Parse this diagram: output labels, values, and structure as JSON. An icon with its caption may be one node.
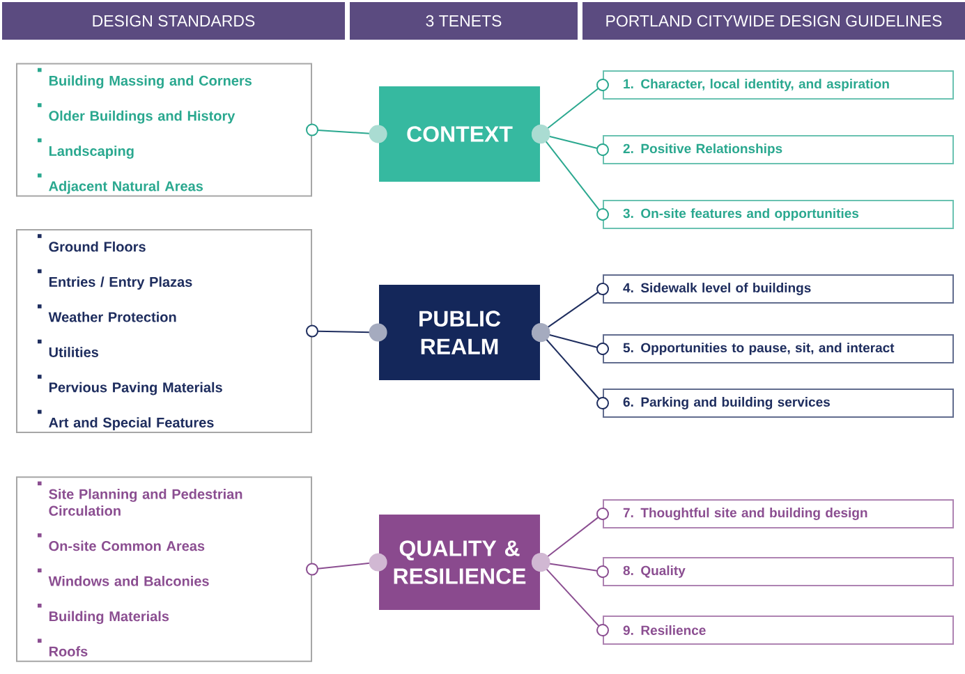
{
  "diagram": {
    "nodes": [
      {
        "text": [
          "DESIGN STANDARDS"
        ]
      },
      {
        "text": [
          "3 TENETS"
        ]
      },
      {
        "text": [
          "PORTLAND CITYWIDE DESIGN GUIDELINES"
        ]
      },
      {
        "text": [
          "Building Massing and Corners",
          "Older Buildings and History",
          "Landscaping",
          "Adjacent Natural Areas"
        ]
      },
      {
        "text": [
          "CONTEXT"
        ]
      },
      {
        "text": [
          "1. Character, local identity, and aspiration"
        ]
      },
      {
        "text": [
          "2. Positive Relationships"
        ]
      },
      {
        "text": [
          "3. On-site features and opportunities"
        ]
      },
      {
        "text": [
          "Ground Floors",
          "Entries / Entry Plazas",
          "Weather Protection",
          "Utilities",
          "Pervious Paving Materials",
          "Art and Special Features"
        ]
      },
      {
        "text": [
          "PUBLIC REALM"
        ]
      },
      {
        "text": [
          "4. Sidewalk level of buildings"
        ]
      },
      {
        "text": [
          "5. Opportunities to pause, sit, and interact"
        ]
      },
      {
        "text": [
          "6. Parking and building services"
        ]
      },
      {
        "text": [
          "Site Planning and Pedestrian Circulation",
          "On-site Common Areas",
          "Windows and Balconies",
          "Building Materials",
          "Roofs"
        ]
      },
      {
        "text": [
          "QUALITY & RESILIENCE"
        ]
      },
      {
        "text": [
          "7. Thoughtful site and building design"
        ]
      },
      {
        "text": [
          "8. Quality"
        ]
      },
      {
        "text": [
          "9. Resilience"
        ]
      }
    ],
    "edges": [
      {
        "from": 3,
        "to": 4,
        "arrow": "other",
        "color": "#2aa88f"
      },
      {
        "from": 5,
        "to": 4,
        "arrow": "other",
        "color": "#2aa88f"
      },
      {
        "from": 6,
        "to": 4,
        "arrow": "other",
        "color": "#2aa88f"
      },
      {
        "from": 7,
        "to": 4,
        "arrow": "other",
        "color": "#2aa88f"
      },
      {
        "from": 8,
        "to": 9,
        "arrow": "other",
        "color": "#1e2d5e"
      },
      {
        "from": 10,
        "to": 9,
        "arrow": "other",
        "color": "#1e2d5e"
      },
      {
        "from": 11,
        "to": 9,
        "arrow": "other",
        "color": "#1e2d5e"
      },
      {
        "from": 12,
        "to": 9,
        "arrow": "other",
        "color": "#1e2d5e"
      },
      {
        "from": 13,
        "to": 14,
        "arrow": "other",
        "color": "#8b4e91"
      },
      {
        "from": 15,
        "to": 14,
        "arrow": "other",
        "color": "#8b4e91"
      },
      {
        "from": 16,
        "to": 14,
        "arrow": "other",
        "color": "#8b4e91"
      },
      {
        "from": 17,
        "to": 14,
        "arrow": "other",
        "color": "#8b4e91"
      }
    ]
  }
}
